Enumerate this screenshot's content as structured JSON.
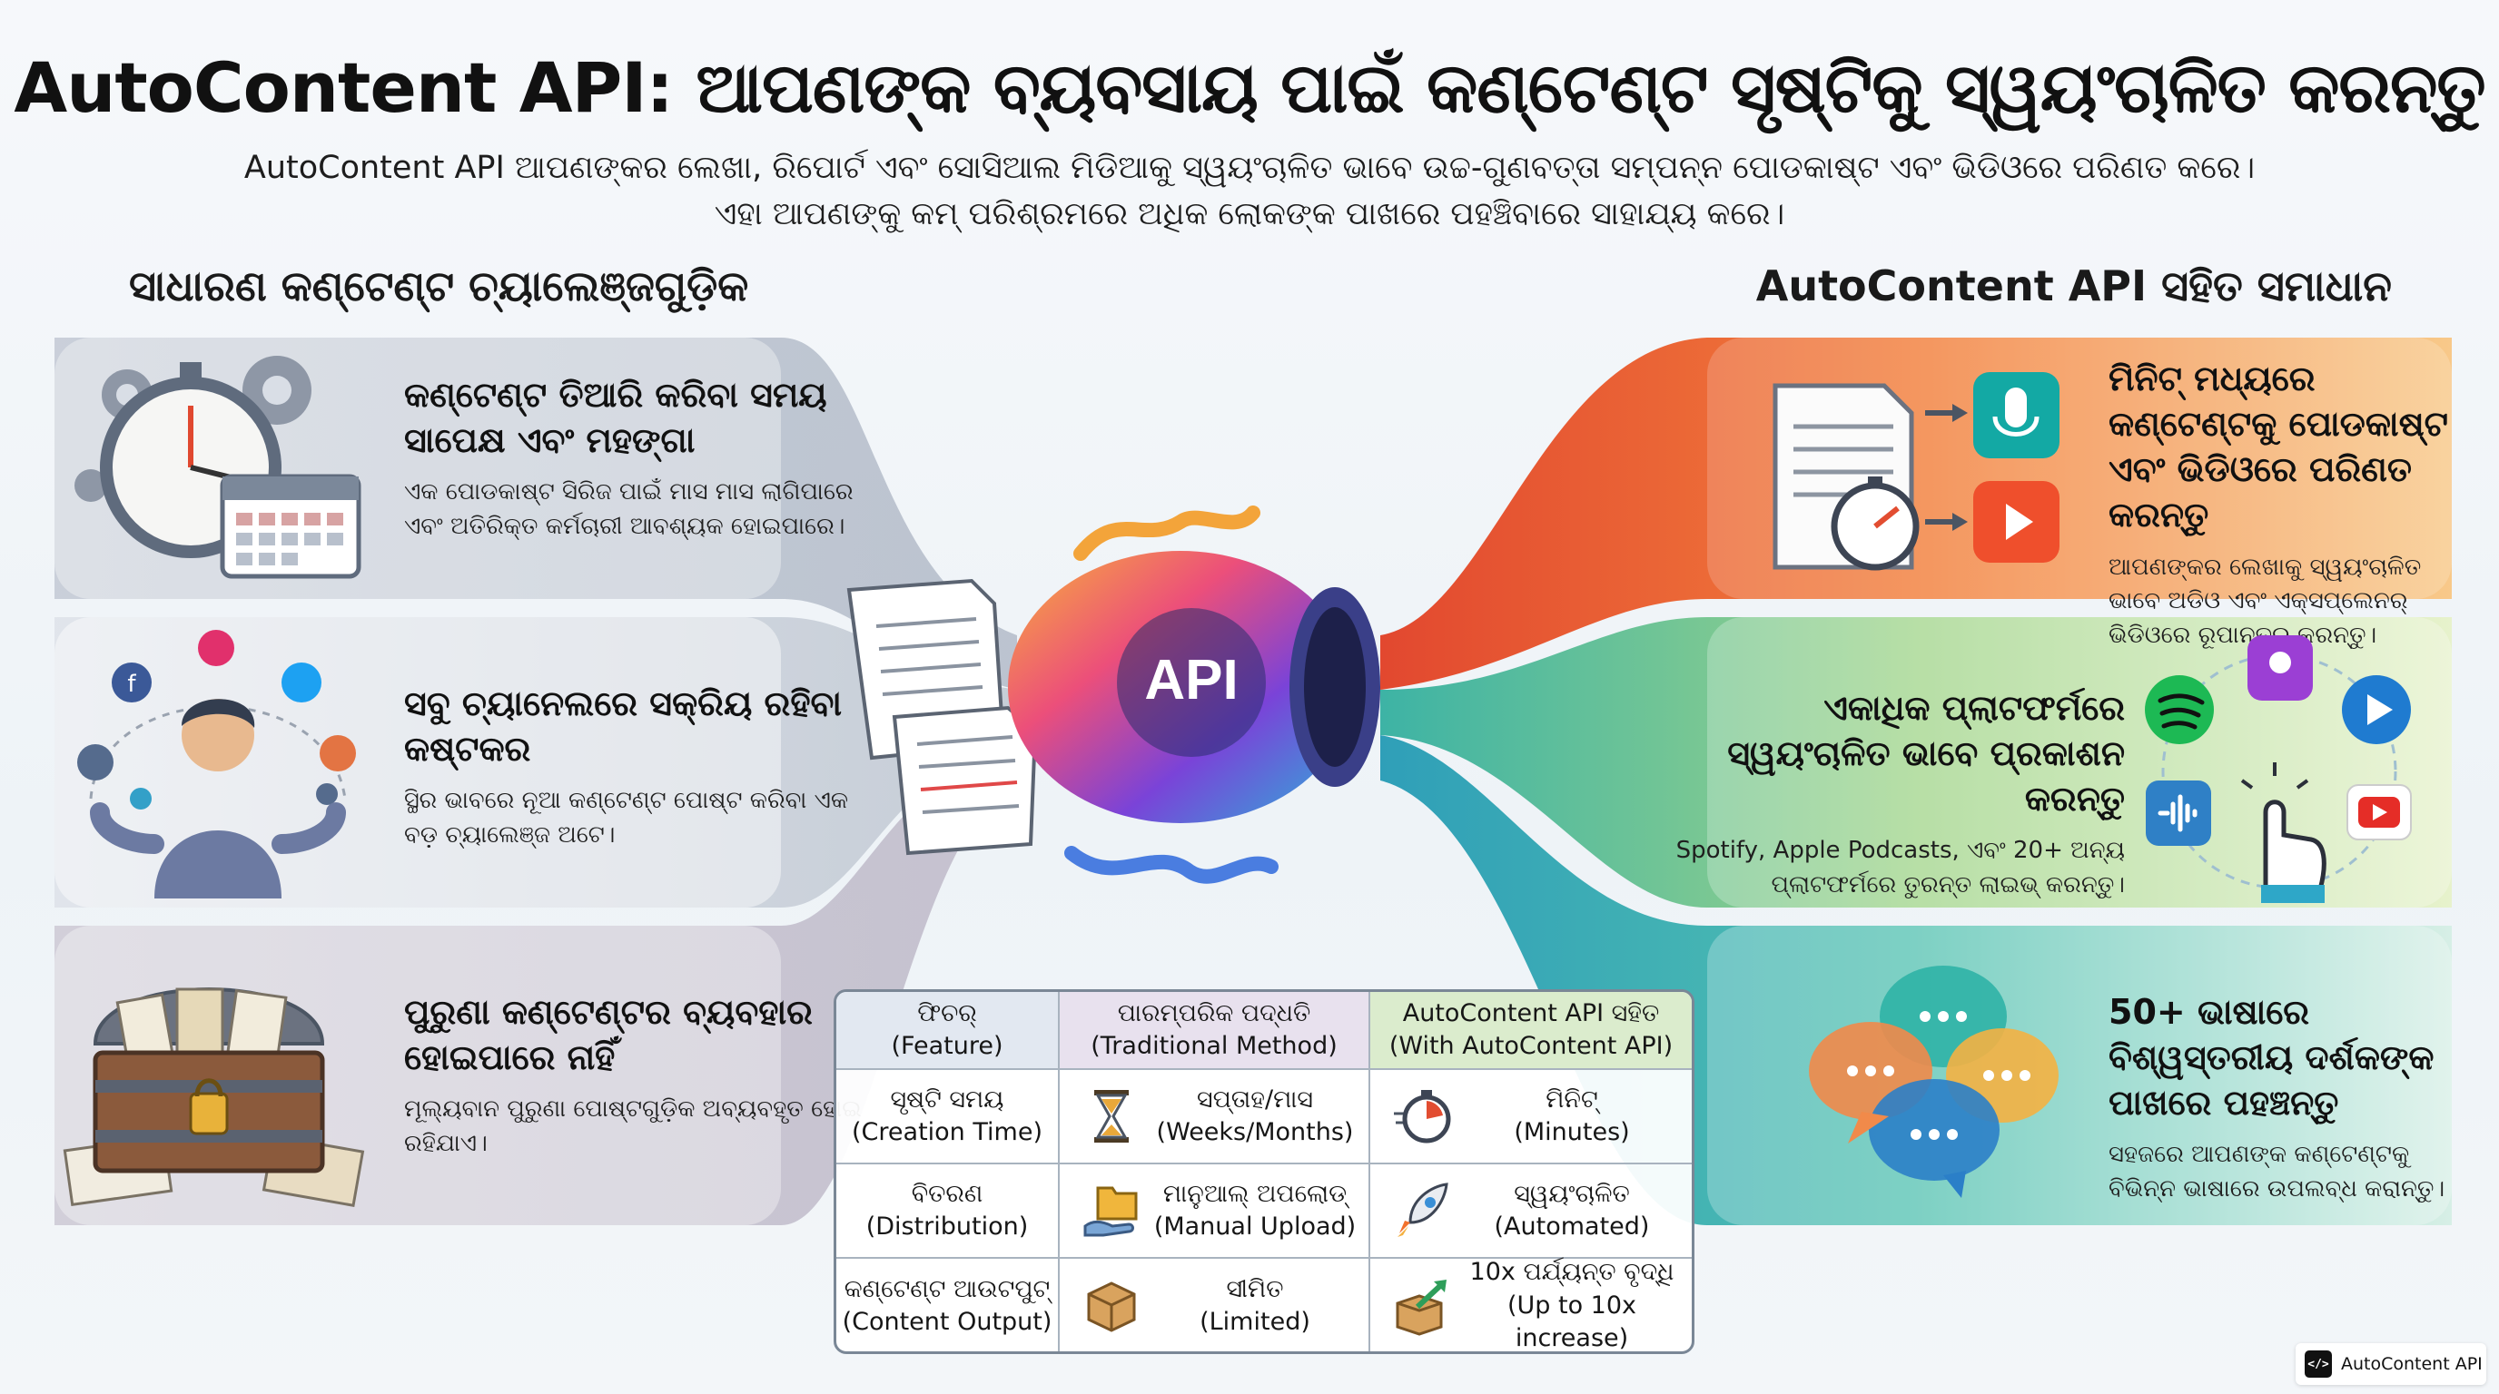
{
  "header": {
    "title": "AutoContent API: ଆପଣଙ୍କ ବ୍ୟବସାୟ ପାଇଁ କଣ୍ଟେଣ୍ଟ ସୃଷ୍ଟିକୁ ସ୍ୱୟଂଚାଳିତ କରନ୍ତୁ",
    "subtitle_line1": "AutoContent API ଆପଣଙ୍କର ଲେଖା, ରିପୋର୍ଟ ଏବଂ ସୋସିଆଲ ମିଡିଆକୁ ସ୍ୱୟଂଚାଳିତ ଭାବେ ଉଚ୍ଚ-ଗୁଣବତ୍ତା ସମ୍ପନ୍ନ ପୋଡକାଷ୍ଟ ଏବଂ ଭିଡିଓରେ ପରିଣତ କରେ।",
    "subtitle_line2": "ଏହା ଆପଣଙ୍କୁ କମ୍ ପରିଶ୍ରମରେ ଅଧିକ ଲୋକଙ୍କ ପାଖରେ ପହଞ୍ଚିବାରେ ସାହାଯ୍ୟ କରେ।"
  },
  "left": {
    "heading": "ସାଧାରଣ କଣ୍ଟେଣ୍ଟ ଚ୍ୟାଲେଞ୍ଜଗୁଡ଼ିକ",
    "panels": [
      {
        "title": "କଣ୍ଟେଣ୍ଟ ତିଆରି କରିବା ସମୟ ସାପେକ୍ଷ ଏବଂ ମହଙ୍ଗା",
        "desc": "ଏକ ପୋଡକାଷ୍ଟ ସିରିଜ ପାଇଁ ମାସ ମାସ ଲାଗିପାରେ ଏବଂ ଅତିରିକ୍ତ କର୍ମଚାରୀ ଆବଶ୍ୟକ ହୋଇପାରେ।",
        "icon": "stopwatch-calendar-icon"
      },
      {
        "title": "ସବୁ ଚ୍ୟାନେଲରେ ସକ୍ରିୟ ରହିବା କଷ୍ଟକର",
        "desc": "ସ୍ଥିର ଭାବରେ ନୂଆ କଣ୍ଟେଣ୍ଟ ପୋଷ୍ଟ କରିବା ଏକ ବଡ଼ ଚ୍ୟାଲେଞ୍ଜ ଅଟେ।",
        "icon": "juggling-person-icon"
      },
      {
        "title": "ପୁରୁଣା କଣ୍ଟେଣ୍ଟର ବ୍ୟବହାର ହୋଇପାରେ ନାହିଁ",
        "desc": "ମୂଲ୍ୟବାନ ପୁରୁଣା ପୋଷ୍ଟଗୁଡ଼ିକ ଅବ୍ୟବହୃତ ହୋଇ ରହିଯାଏ।",
        "icon": "locked-chest-icon"
      }
    ]
  },
  "right": {
    "heading": "AutoContent API ସହିତ ସମାଧାନ",
    "panels": [
      {
        "title": "ମିନିଟ୍ ମଧ୍ୟରେ କଣ୍ଟେଣ୍ଟକୁ ପୋଡକାଷ୍ଟ ଏବଂ ଭିଡିଓରେ ପରିଣତ କରନ୍ତୁ",
        "desc": "ଆପଣଙ୍କର ଲେଖାକୁ ସ୍ୱୟଂଚାଳିତ ଭାବେ ଅଡିଓ ଏବଂ ଏକ୍ସପ୍ଲେନର୍ ଭିଡିଓରେ ରୂପାନ୍ତର କରନ୍ତୁ।",
        "icon": "document-to-media-icon"
      },
      {
        "title": "ଏକାଧିକ ପ୍ଲାଟଫର୍ମରେ ସ୍ୱୟଂଚାଳିତ ଭାବେ ପ୍ରକାଶନ କରନ୍ତୁ",
        "desc": "Spotify, Apple Podcasts, ଏବଂ 20+ ଅନ୍ୟ ପ୍ଲାଟଫର୍ମରେ ତୁରନ୍ତ ଲାଇଭ୍ କରନ୍ତୁ।",
        "icon": "platform-publish-icon"
      },
      {
        "title": "50+ ଭାଷାରେ ବିଶ୍ୱସ୍ତରୀୟ ଦର୍ଶକଙ୍କ ପାଖରେ ପହଞ୍ଚନ୍ତୁ",
        "desc": "ସହଜରେ ଆପଣଙ୍କ କଣ୍ଟେଣ୍ଟକୁ ବିଭିନ୍ନ ଭାଷାରେ ଉପଲବ୍ଧ କରାନ୍ତୁ।",
        "icon": "speech-bubbles-icon"
      }
    ]
  },
  "center": {
    "api_label": "API"
  },
  "colors": {
    "left_band": "#c9ced8",
    "right_orange": "#f07c3a",
    "right_green": "#a7d68a",
    "right_teal": "#3fb8b0",
    "api_purple": "#6b3fd0"
  },
  "table": {
    "headers": [
      {
        "line1": "ଫିଚର୍",
        "line2": "(Feature)"
      },
      {
        "line1": "ପାରମ୍ପରିକ ପଦ୍ଧତି",
        "line2": "(Traditional Method)"
      },
      {
        "line1": "AutoContent API ସହିତ",
        "line2": "(With AutoContent API)"
      }
    ],
    "rows": [
      {
        "feature": [
          "ସୃଷ୍ଟି ସମୟ",
          "(Creation Time)"
        ],
        "traditional": [
          "ସପ୍ତାହ/ମାସ",
          "(Weeks/Months)"
        ],
        "traditional_icon": "hourglass-icon",
        "auto": [
          "ମିନିଟ୍",
          "(Minutes)"
        ],
        "auto_icon": "fast-stopwatch-icon"
      },
      {
        "feature": [
          "ବିତରଣ",
          "(Distribution)"
        ],
        "traditional": [
          "ମାନୁଆଲ୍ ଅପଲୋଡ୍",
          "(Manual Upload)"
        ],
        "traditional_icon": "folder-hand-icon",
        "auto": [
          "ସ୍ୱୟଂଚାଳିତ",
          "(Automated)"
        ],
        "auto_icon": "rocket-icon"
      },
      {
        "feature": [
          "କଣ୍ଟେଣ୍ଟ ଆଉଟପୁଟ୍",
          "(Content Output)"
        ],
        "traditional": [
          "ସୀମିତ",
          "(Limited)"
        ],
        "traditional_icon": "box-icon",
        "auto": [
          "10x ପର୍ଯ୍ୟନ୍ତ ବୃଦ୍ଧି",
          "(Up to 10x increase)"
        ],
        "auto_icon": "box-growth-icon"
      }
    ]
  },
  "badge": {
    "icon_text": "</>",
    "label": "AutoContent API"
  }
}
